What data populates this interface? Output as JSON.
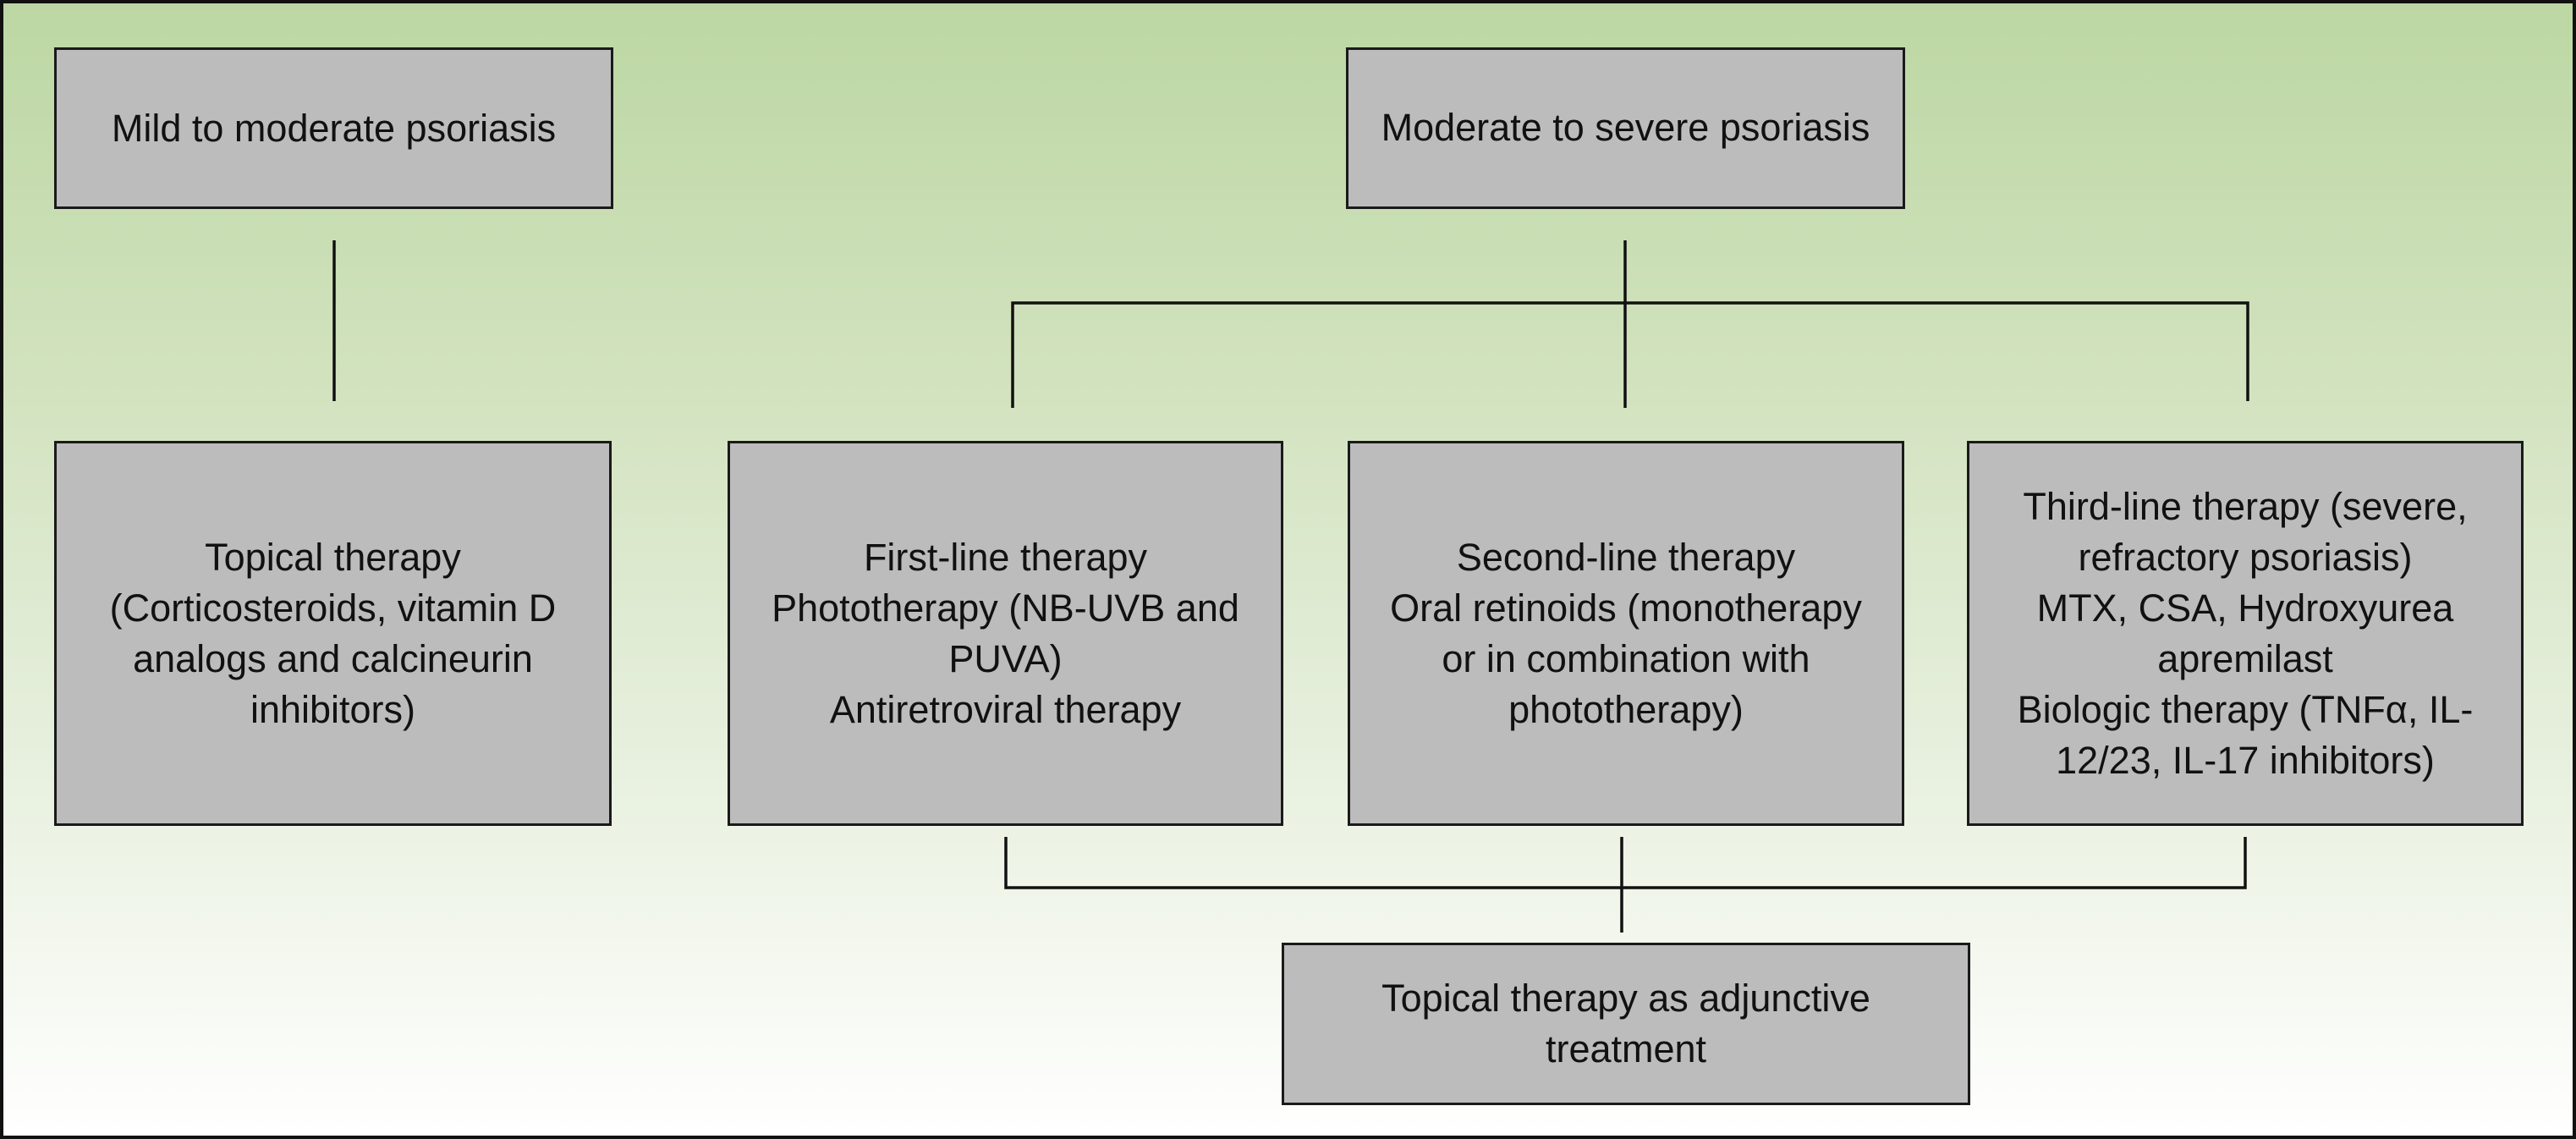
{
  "boxes": {
    "mild": {
      "lines": [
        "Mild to moderate psoriasis"
      ]
    },
    "moderate": {
      "lines": [
        "Moderate to severe psoriasis"
      ]
    },
    "topical": {
      "lines": [
        "Topical therapy",
        "(Corticosteroids, vitamin D",
        "analogs and calcineurin",
        "inhibitors)"
      ]
    },
    "first_line": {
      "lines": [
        "First-line therapy",
        "Phototherapy (NB-UVB and",
        "PUVA)",
        "Antiretroviral therapy"
      ]
    },
    "second_line": {
      "lines": [
        "Second-line therapy",
        "Oral retinoids (monotherapy",
        "or in combination with",
        "phototherapy)"
      ]
    },
    "third_line": {
      "lines": [
        "Third-line therapy (severe,",
        "refractory psoriasis)",
        "MTX, CSA, Hydroxyurea",
        "apremilast",
        "Biologic therapy (TNFα, IL-",
        "12/23, IL-17 inhibitors)"
      ]
    },
    "adjunctive": {
      "lines": [
        "Topical therapy as adjunctive",
        "treatment"
      ]
    }
  },
  "colors": {
    "box_fill": "#bcbcbc",
    "box_border": "#1a1a1a",
    "background_top": "#bcd7a3",
    "background_bottom": "#ffffff"
  }
}
